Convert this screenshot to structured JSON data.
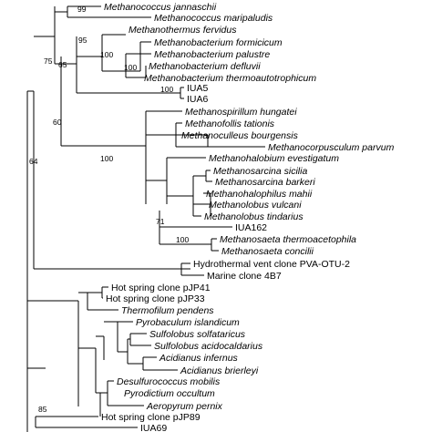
{
  "taxa": [
    {
      "id": "t1",
      "label": "Methanococcus jannaschii",
      "italic": true
    },
    {
      "id": "t2",
      "label": "Methanococcus maripaludis",
      "italic": true
    },
    {
      "id": "t3",
      "label": "Methanothermus fervidus",
      "italic": true
    },
    {
      "id": "t4",
      "label": "Methanobacterium formicicum",
      "italic": true
    },
    {
      "id": "t5",
      "label": "Methanobacterium palustre",
      "italic": true
    },
    {
      "id": "t6",
      "label": "Methanobacterium defluvii",
      "italic": true
    },
    {
      "id": "t7",
      "label": "Methanobacterium thermoautotrophicum",
      "italic": true
    },
    {
      "id": "t8",
      "label": "IUA5",
      "italic": false
    },
    {
      "id": "t9",
      "label": "IUA6",
      "italic": false
    },
    {
      "id": "t10",
      "label": "Methanospirillum hungatei",
      "italic": true
    },
    {
      "id": "t11",
      "label": "Methanofollis tationis",
      "italic": true
    },
    {
      "id": "t12",
      "label": "Methanoculleus bourgensis",
      "italic": true
    },
    {
      "id": "t13",
      "label": "Methanocorpusculum parvum",
      "italic": true
    },
    {
      "id": "t14",
      "label": "Methanohalobium evestigatum",
      "italic": true
    },
    {
      "id": "t15",
      "label": "Methanosarcina sicilia",
      "italic": true
    },
    {
      "id": "t16",
      "label": "Methanosarcina barkeri",
      "italic": true
    },
    {
      "id": "t17",
      "label": "Methanohalophilus mahii",
      "italic": true
    },
    {
      "id": "t18",
      "label": "Methanolobus vulcani",
      "italic": true
    },
    {
      "id": "t19",
      "label": "Methanolobus tindarius",
      "italic": true
    },
    {
      "id": "t20",
      "label": "IUA162",
      "italic": false
    },
    {
      "id": "t21",
      "label": "Methanosaeta thermoacetophila",
      "italic": true
    },
    {
      "id": "t22",
      "label": "Methanosaeta concilii",
      "italic": true
    },
    {
      "id": "t23",
      "label": "Hydrothermal vent clone PVA-OTU-2",
      "italic": false
    },
    {
      "id": "t24",
      "label": "Marine clone 4B7",
      "italic": false
    },
    {
      "id": "t25",
      "label": "Hot spring clone pJP41",
      "italic": false
    },
    {
      "id": "t26",
      "label": "Hot spring clone pJP33",
      "italic": false
    },
    {
      "id": "t27",
      "label": "Thermofilum pendens",
      "italic": true
    },
    {
      "id": "t28",
      "label": "Pyrobaculum islandicum",
      "italic": true
    },
    {
      "id": "t29",
      "label": "Sulfolobus solfataricus",
      "italic": true
    },
    {
      "id": "t30",
      "label": "Sulfolobus acidocaldarius",
      "italic": true
    },
    {
      "id": "t31",
      "label": "Acidianus infernus",
      "italic": true
    },
    {
      "id": "t32",
      "label": "Acidianus brierleyi",
      "italic": true
    },
    {
      "id": "t33",
      "label": "Desulfurococcus mobilis",
      "italic": true
    },
    {
      "id": "t34",
      "label": "Pyrodictium occultum",
      "italic": true
    },
    {
      "id": "t35",
      "label": "Aeropyrum pernix",
      "italic": true
    },
    {
      "id": "t36",
      "label": "Hot spring clone pJP89",
      "italic": false
    },
    {
      "id": "t37",
      "label": "IUA69",
      "italic": false
    }
  ],
  "bootstrap_values": {
    "n99": "99",
    "n75": "75",
    "n95": "95",
    "n65": "65",
    "n100a": "100",
    "n100b": "100",
    "n100c": "100",
    "n60": "60",
    "n100d": "100",
    "n71": "71",
    "n100e": "100",
    "n64": "64",
    "n85": "85"
  }
}
